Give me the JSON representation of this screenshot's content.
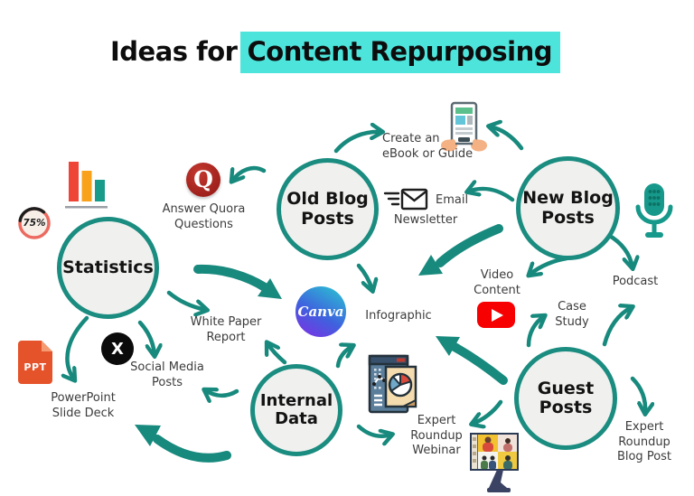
{
  "title": {
    "prefix": "Ideas for",
    "highlight": "Content Repurposing"
  },
  "palette": {
    "teal": "#17897D",
    "highlight_bg": "#4DE4DB",
    "circle_fill": "#F0F0EE",
    "label_color": "#3C3C3C",
    "quora_red": "#B92B27",
    "youtube_red": "#F60002",
    "ppt_orange": "#E5532B"
  },
  "nodes": {
    "statistics": "Statistics",
    "old_blog": "Old Blog\nPosts",
    "new_blog": "New Blog\nPosts",
    "internal_data": "Internal\nData",
    "guest_posts": "Guest\nPosts"
  },
  "labels": {
    "quora": "Answer Quora\nQuestions",
    "ebook": "Create an\neBook or Guide",
    "email_line1": "Email",
    "email_line2": "Newsletter",
    "podcast": "Podcast",
    "video": "Video\nContent",
    "case_study": "Case\nStudy",
    "infographic": "Infographic",
    "white_paper": "White Paper\nReport",
    "social": "Social Media\nPosts",
    "powerpoint": "PowerPoint\nSlide Deck",
    "webinar": "Expert\nRoundup\nWebinar",
    "roundup_blog": "Expert\nRoundup\nBlog Post"
  },
  "icon_text": {
    "gauge_value": "75%",
    "quora_letter": "Q",
    "x_letter": "X",
    "ppt_label": "PPT",
    "canva_label": "Canva"
  }
}
